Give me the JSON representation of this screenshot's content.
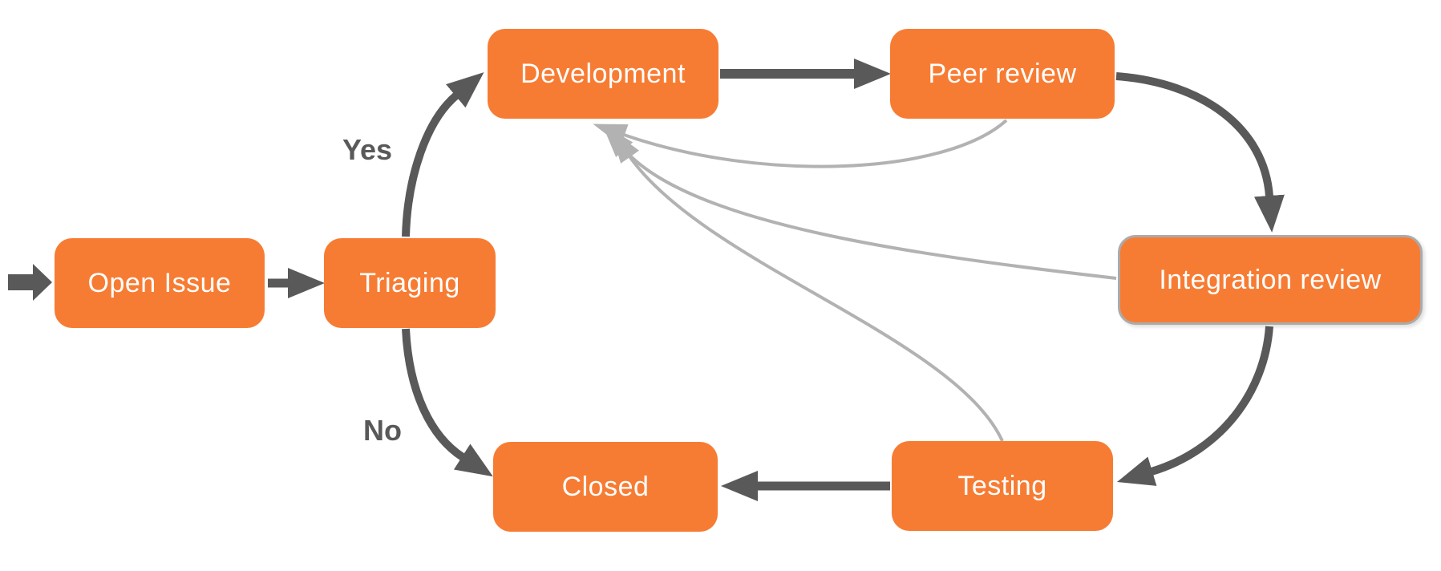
{
  "diagram": {
    "type": "flowchart",
    "background_color": "#FFFFFF",
    "colors": {
      "node_fill": "#F77C33",
      "node_text": "#FFFFFF",
      "edge_dark": "#595959",
      "edge_light": "#B2B2B2",
      "integration_review_border": "#ABABAB",
      "edge_label_text": "#595959"
    },
    "nodes": [
      {
        "id": "open-issue",
        "label": "Open Issue"
      },
      {
        "id": "triaging",
        "label": "Triaging"
      },
      {
        "id": "development",
        "label": "Development"
      },
      {
        "id": "peer-review",
        "label": "Peer review"
      },
      {
        "id": "integration-review",
        "label": "Integration review"
      },
      {
        "id": "testing",
        "label": "Testing"
      },
      {
        "id": "closed",
        "label": "Closed"
      }
    ],
    "labels": {
      "yes": "Yes",
      "no": "No"
    },
    "edges": [
      {
        "from": "start",
        "to": "open-issue",
        "label": "",
        "style": "dark"
      },
      {
        "from": "open-issue",
        "to": "triaging",
        "label": "",
        "style": "dark"
      },
      {
        "from": "triaging",
        "to": "development",
        "label": "Yes",
        "style": "dark"
      },
      {
        "from": "triaging",
        "to": "closed",
        "label": "No",
        "style": "dark"
      },
      {
        "from": "development",
        "to": "peer-review",
        "label": "",
        "style": "dark"
      },
      {
        "from": "peer-review",
        "to": "integration-review",
        "label": "",
        "style": "dark"
      },
      {
        "from": "integration-review",
        "to": "testing",
        "label": "",
        "style": "dark"
      },
      {
        "from": "testing",
        "to": "closed",
        "label": "",
        "style": "dark"
      },
      {
        "from": "peer-review",
        "to": "development",
        "label": "",
        "style": "light"
      },
      {
        "from": "integration-review",
        "to": "development",
        "label": "",
        "style": "light"
      },
      {
        "from": "testing",
        "to": "development",
        "label": "",
        "style": "light"
      }
    ]
  }
}
